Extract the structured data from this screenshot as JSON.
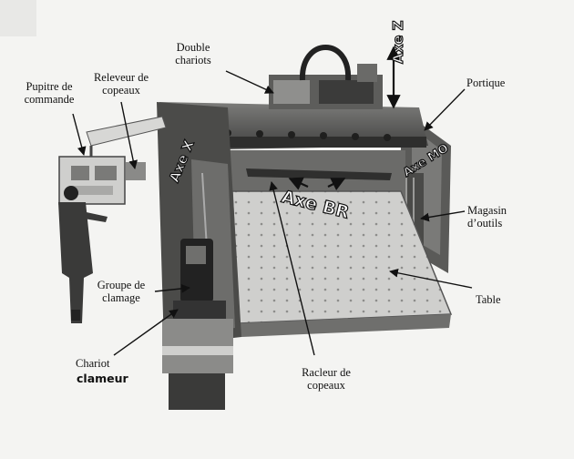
{
  "labels": {
    "double_chariots": "Double\nchariots",
    "pupitre": "Pupitre de\ncommande",
    "releveur": "Releveur de\ncopeaux",
    "portique": "Portique",
    "magasin": "Magasin\nd’outils",
    "table": "Table",
    "groupe": "Groupe de\nclamage",
    "chariot": "Chariot",
    "clameur": "clameur",
    "racleur": "Racleur de\ncopeaux"
  },
  "axes": {
    "z": "Axe Z",
    "x": "Axe X",
    "br": "Axe BR",
    "mo": "Axe MO"
  },
  "colors": {
    "ink": "#111111",
    "paper": "#f4f4f2",
    "machine_dark": "#3a3a3a",
    "machine_mid": "#8a8a8a",
    "machine_light": "#c9c9c7"
  }
}
